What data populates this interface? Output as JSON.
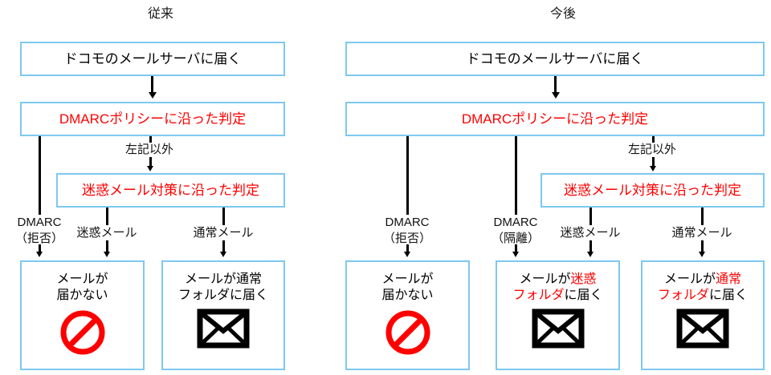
{
  "diagram": {
    "title_legacy": "従来",
    "title_future": "今後",
    "colors": {
      "box_border": "#7ec8ef",
      "accent_red": "#ff0000",
      "connector": "#000000",
      "background": "#ffffff"
    }
  },
  "legacy": {
    "title": "従来",
    "boxes": {
      "arrive": "ドコモのメールサーバに届く",
      "dmarc_policy": "DMARCポリシーに沿った判定",
      "spam_policy": "迷惑メール対策に沿った判定",
      "result_blocked_line1": "メールが",
      "result_blocked_line2": "届かない",
      "result_normal_line1": "メールが通常",
      "result_normal_line2": "フォルダに届く"
    },
    "labels": {
      "other": "左記以外",
      "dmarc_reject_line1": "DMARC",
      "dmarc_reject_line2": "（拒否）",
      "spam_mail": "迷惑メール",
      "normal_mail": "通常メール"
    },
    "icons": {
      "blocked": "prohibition-icon",
      "normal": "envelope-icon"
    }
  },
  "future": {
    "title": "今後",
    "boxes": {
      "arrive": "ドコモのメールサーバに届く",
      "dmarc_policy": "DMARCポリシーに沿った判定",
      "spam_policy": "迷惑メール対策に沿った判定",
      "result_blocked_line1": "メールが",
      "result_blocked_line2": "届かない",
      "result_spam_line1_black": "メールが",
      "result_spam_line1_red": "迷惑",
      "result_spam_line2_red": "フォルダ",
      "result_spam_line2_black": "に届く",
      "result_normal_line1_black": "メールが",
      "result_normal_line1_red": "通常",
      "result_normal_line2_red": "フォルダ",
      "result_normal_line2_black": "に届く"
    },
    "labels": {
      "other": "左記以外",
      "dmarc_reject_line1": "DMARC",
      "dmarc_reject_line2": "（拒否）",
      "dmarc_quarantine_line1": "DMARC",
      "dmarc_quarantine_line2": "（隔離）",
      "spam_mail": "迷惑メール",
      "normal_mail": "通常メール"
    },
    "icons": {
      "blocked": "prohibition-icon",
      "spam": "envelope-icon",
      "normal": "envelope-icon"
    }
  }
}
